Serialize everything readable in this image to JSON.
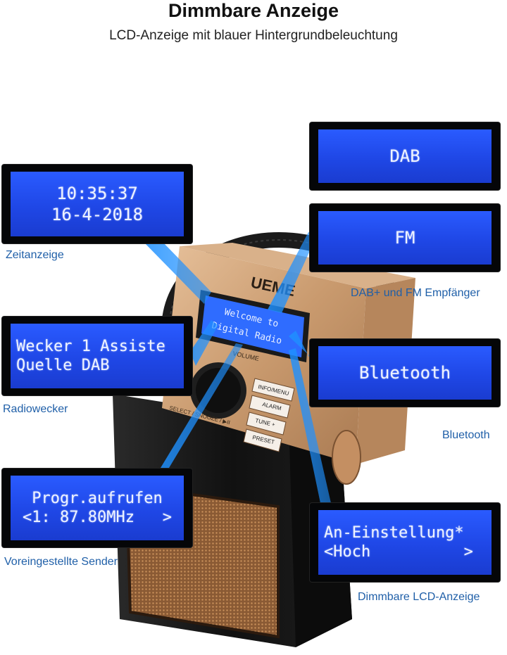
{
  "header": {
    "title": "Dimmbare Anzeige",
    "subtitle": "LCD-Anzeige mit blauer Hintergrundbeleuchtung"
  },
  "displays": {
    "clock": {
      "line1": "10:35:37",
      "line2": "16-4-2018",
      "caption": "Zeitanzeige"
    },
    "dab": {
      "line1": "DAB"
    },
    "fm": {
      "line1": "FM",
      "caption": "DAB+ und FM Empfänger"
    },
    "alarm": {
      "line1": "Wecker 1 Assiste",
      "line2": "Quelle DAB",
      "caption": "Radiowecker"
    },
    "bluetooth": {
      "line1": "Bluetooth",
      "caption": "Bluetooth"
    },
    "presets": {
      "line1": "Progr.aufrufen",
      "line2": "<1: 87.80MHz   >",
      "caption": "Voreingestellte Sender"
    },
    "dimmer": {
      "line1": "An-Einstellung*",
      "line2": "<Hoch          >",
      "caption": "Dimmbare LCD-Anzeige"
    }
  },
  "radio": {
    "brand": "UEME",
    "screen_line1": "Welcome to",
    "screen_line2": "Digital Radio",
    "volume_label": "VOLUME",
    "buttons": [
      "INFO/MENU",
      "ALARM",
      "TUNE +",
      "PRESET"
    ],
    "select_label": "SELECT / SNOOZE / ▶II"
  },
  "colors": {
    "lcd_blue": "#2250f0",
    "caption_blue": "#1f5fa8",
    "ray_blue": "#1e90ff",
    "gold": "#c99a6e",
    "body_black": "#141414"
  }
}
